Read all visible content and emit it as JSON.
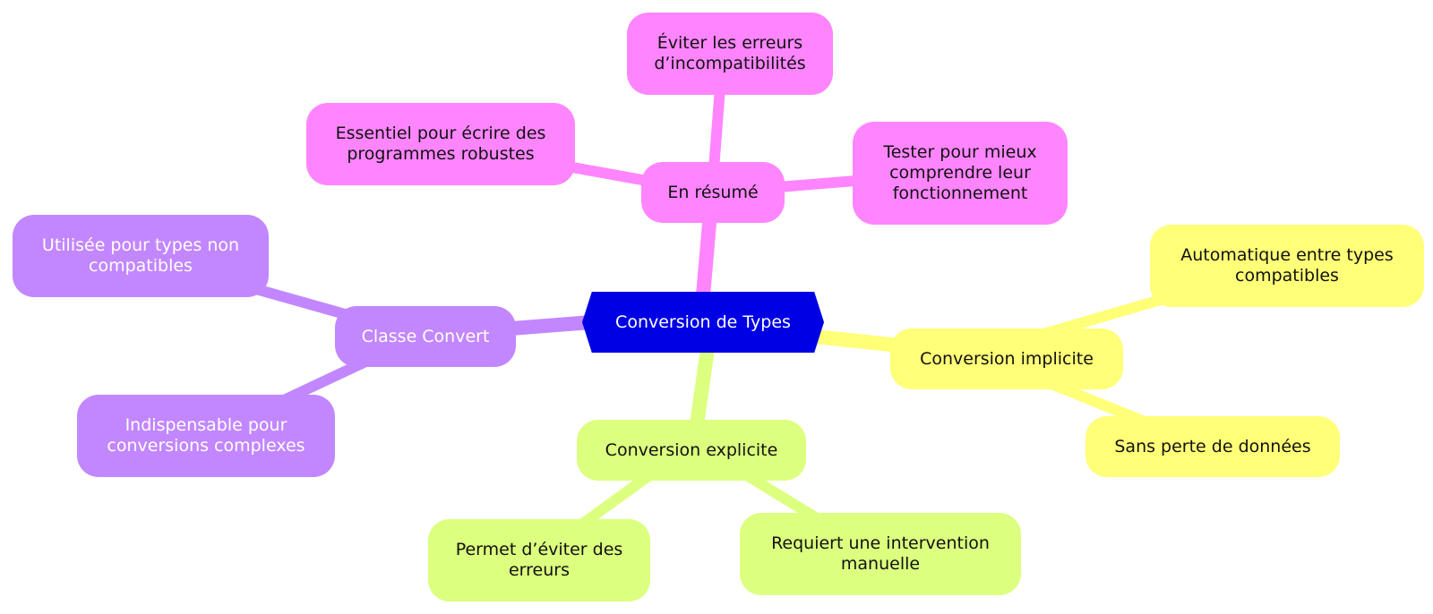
{
  "mindmap": {
    "center": "Conversion de Types",
    "resume": {
      "label": "En résumé",
      "children": [
        "Éviter les erreurs d’incompatibilités",
        "Essentiel pour écrire des programmes robustes",
        "Tester pour mieux comprendre leur fonctionnement"
      ]
    },
    "convert": {
      "label": "Classe Convert",
      "children": [
        "Utilisée pour types non compatibles",
        "Indispensable pour conversions complexes"
      ]
    },
    "implicite": {
      "label": "Conversion implicite",
      "children": [
        "Automatique entre types compatibles",
        "Sans perte de données"
      ]
    },
    "explicite": {
      "label": "Conversion explicite",
      "children": [
        "Permet d’éviter des erreurs",
        "Requiert une intervention manuelle"
      ]
    }
  },
  "colors": {
    "center": "#0000e4",
    "resume": "#ff85ff",
    "convert": "#c287ff",
    "implicite": "#ffff78",
    "explicite": "#dcff7f"
  }
}
